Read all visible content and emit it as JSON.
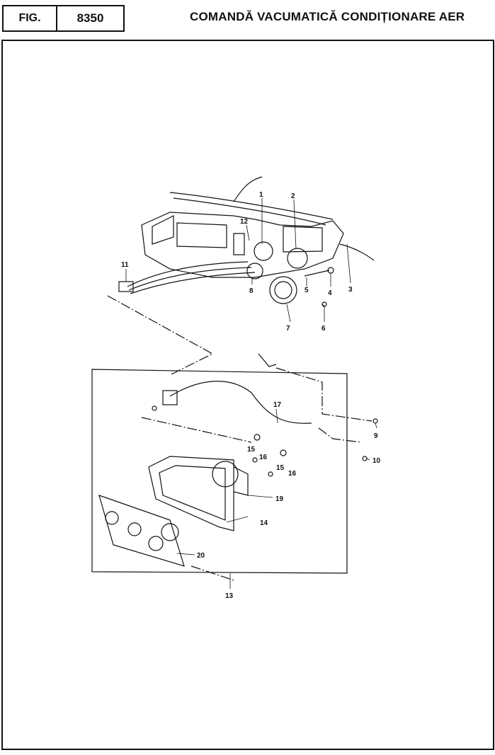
{
  "header": {
    "fig_label": "FIG.",
    "fig_number": "8350",
    "title": "COMANDĂ VACUMATICĂ CONDIȚIONARE AER"
  },
  "callouts": [
    "1",
    "2",
    "3",
    "4",
    "5",
    "6",
    "7",
    "8",
    "9",
    "10",
    "11",
    "12",
    "13",
    "14",
    "15",
    "15",
    "16",
    "16",
    "17",
    "19",
    "20"
  ]
}
